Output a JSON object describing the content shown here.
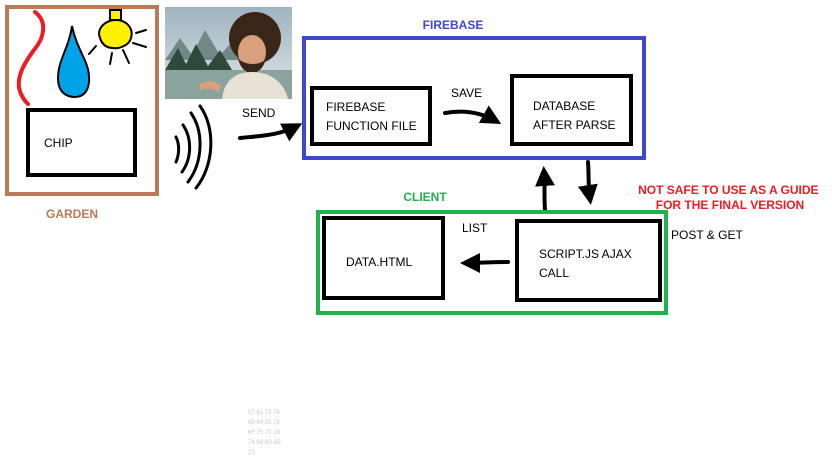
{
  "groups": {
    "garden": {
      "label": "GARDEN",
      "color": "#b97a57"
    },
    "firebase": {
      "label": "FIREBASE",
      "color": "#3f48cc"
    },
    "client": {
      "label": "CLIENT",
      "color": "#22b14c"
    }
  },
  "boxes": {
    "chip": {
      "lines": [
        "CHIP"
      ]
    },
    "function_file": {
      "lines": [
        "FIREBASE",
        "FUNCTION FILE"
      ]
    },
    "database": {
      "lines": [
        "DATABASE",
        "AFTER PARSE"
      ]
    },
    "data_html": {
      "lines": [
        "DATA.HTML"
      ]
    },
    "script_js": {
      "lines": [
        "SCRIPT.JS AJAX",
        "CALL"
      ]
    }
  },
  "edges": {
    "send": {
      "label": "SEND"
    },
    "save": {
      "label": "SAVE"
    },
    "list": {
      "label": "LIST"
    },
    "post_get": {
      "label": "POST & GET"
    }
  },
  "warning": {
    "lines": [
      "NOT SAFE TO USE AS A GUIDE",
      "FOR THE FINAL VERSION"
    ],
    "color": "#ed1c24"
  },
  "watermark": {
    "lines": [
      "57 61 73 74",
      "65 64 20 79",
      "6F 75 72 20",
      "74 69 6D 65",
      "21"
    ],
    "color": "#c8c8c8"
  },
  "colors": {
    "ink": "#000000",
    "water_drop": "#00a2e8",
    "squiggle": "#ed1c24",
    "lamp": "#fff200"
  },
  "icons": [
    "squiggle-icon",
    "water-drop-icon",
    "light-bulb-icon",
    "painter-photo",
    "wifi-signal-icon"
  ]
}
